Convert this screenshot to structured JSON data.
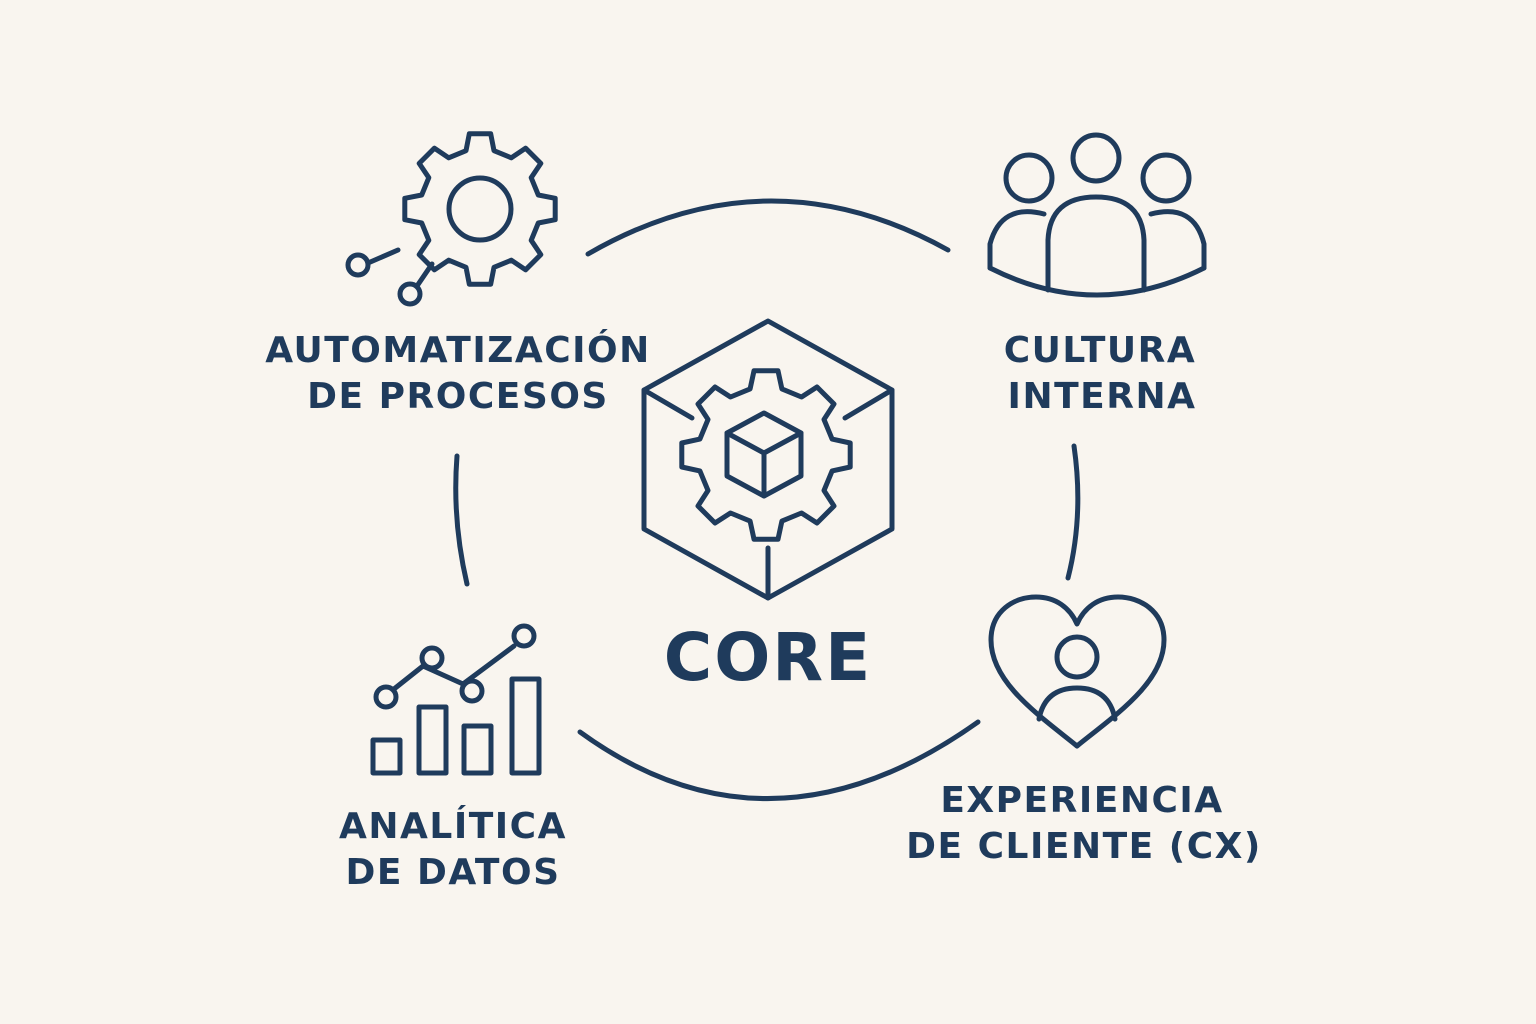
{
  "colors": {
    "background": "#f9f5ef",
    "ink": "#1f3b5c"
  },
  "center": {
    "label": "CORE",
    "icon": "hexagon-gear-cube-icon"
  },
  "nodes": {
    "automation": {
      "line1": "AUTOMATIZACIÓN",
      "line2": "DE PROCESOS",
      "icon": "gear-network-icon"
    },
    "culture": {
      "line1": "CULTURA",
      "line2": "INTERNA",
      "icon": "people-group-icon"
    },
    "analytics": {
      "line1": "ANALÍTICA",
      "line2": "DE DATOS",
      "icon": "bar-chart-trend-icon"
    },
    "cx": {
      "line1": "EXPERIENCIA",
      "line2": "DE CLIENTE (CX)",
      "icon": "heart-person-icon"
    }
  }
}
